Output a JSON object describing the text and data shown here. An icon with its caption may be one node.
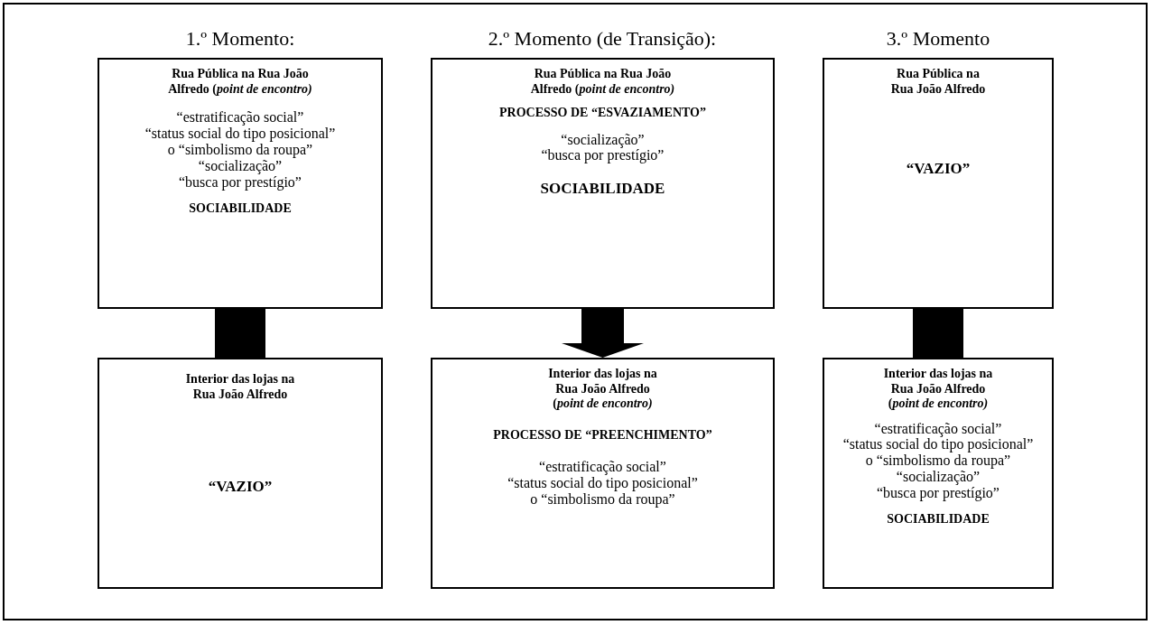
{
  "diagram": {
    "nodes": [
      {
        "text": [
          "Rua Pública na Rua João Alfredo (*point de encontro)*",
          "“estratificação social”",
          "“status social do tipo posicional”",
          "o “simbolismo da roupa”",
          "“socialização”",
          "“busca por prestígio”",
          "SOCIABILIDADE"
        ]
      },
      {
        "text": [
          "Interior das lojas na Rua João Alfredo",
          "“VAZIO”"
        ]
      },
      {
        "text": [
          "Rua Pública na Rua João Alfredo (*point de encontro)*",
          "PROCESSO DE “ESVAZIAMENTO”",
          "“socialização”",
          "“busca por prestígio”",
          "SOCIABILIDADE"
        ]
      },
      {
        "text": [
          "Interior das lojas na Rua João Alfredo (*point de encontro)*",
          "PROCESSO DE “PREENCHIMENTO”",
          "“estratificação social”",
          "“status social do tipo posicional”",
          "o “simbolismo da roupa”"
        ]
      },
      {
        "text": [
          "Rua Pública na Rua João Alfredo",
          "“VAZIO”"
        ]
      },
      {
        "text": [
          "Interior das lojas na Rua João Alfredo (*point de encontro)*",
          "“estratificação social”",
          "“status social do tipo posicional”",
          "o “simbolismo da roupa”",
          "“socialização”",
          "“busca por prestígio”",
          "SOCIABILIDADE"
        ]
      }
    ],
    "edges": [
      {
        "from": 0,
        "to": 1,
        "arrow": "none"
      },
      {
        "from": 2,
        "to": 3,
        "arrow": "to"
      },
      {
        "from": 4,
        "to": 5,
        "arrow": "none"
      }
    ],
    "labels": [
      "1.º Momento:",
      "2.º Momento (de Transição):",
      "3.º Momento"
    ]
  }
}
